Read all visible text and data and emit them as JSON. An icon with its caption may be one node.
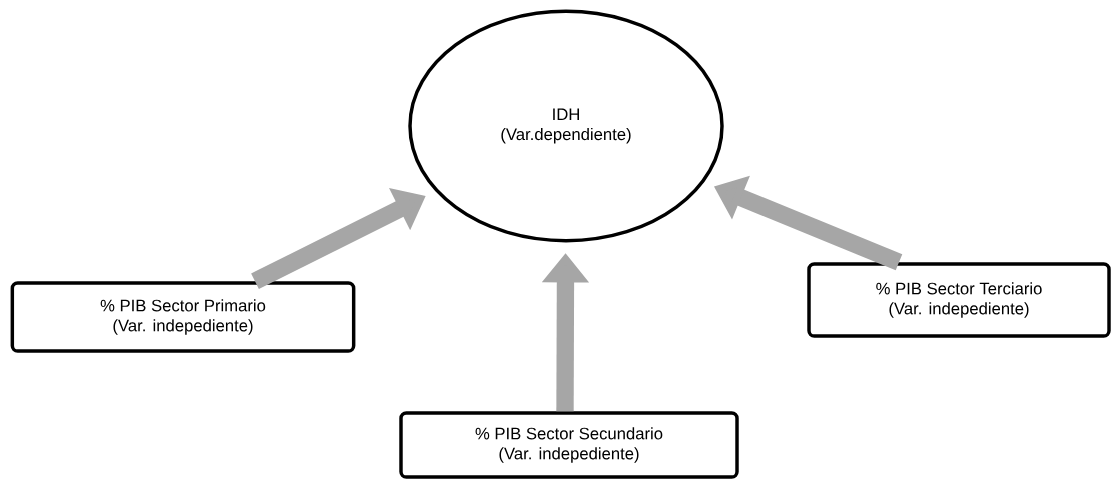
{
  "diagram": {
    "nodes": [
      {
        "text": [
          "IDH",
          "(Var.dependiente)"
        ]
      },
      {
        "text": [
          "% PIB Sector Primario",
          "(Var. indepediente)"
        ]
      },
      {
        "text": [
          "% PIB Sector Secundario",
          "(Var. indepediente)"
        ]
      },
      {
        "text": [
          "% PIB Sector Terciario",
          "(Var. indepediente)"
        ]
      }
    ],
    "edges": [
      {
        "from": 1,
        "to": 0,
        "arrow": "to"
      },
      {
        "from": 2,
        "to": 0,
        "arrow": "to"
      },
      {
        "from": 3,
        "to": 0,
        "arrow": "to"
      }
    ]
  }
}
